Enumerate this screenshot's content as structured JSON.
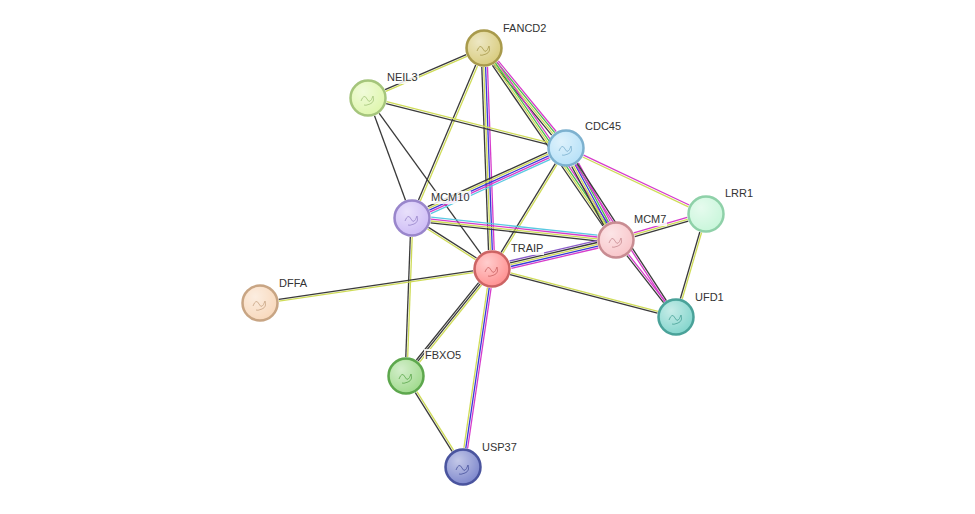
{
  "diagram": {
    "nodes": [
      {
        "text": [
          "FANCD2"
        ]
      },
      {
        "text": [
          "NEIL3"
        ]
      },
      {
        "text": [
          "CDC45"
        ]
      },
      {
        "text": [
          "LRR1"
        ]
      },
      {
        "text": [
          "MCM10"
        ]
      },
      {
        "text": [
          "MCM7"
        ]
      },
      {
        "text": [
          "TRAIP"
        ]
      },
      {
        "text": [
          "DFFA"
        ]
      },
      {
        "text": [
          "UFD1"
        ]
      },
      {
        "text": [
          "FBXO5"
        ]
      },
      {
        "text": [
          "USP37"
        ]
      }
    ],
    "edges": [
      {
        "from": 0,
        "to": 1,
        "arrow": "none"
      },
      {
        "from": 0,
        "to": 2,
        "arrow": "none"
      },
      {
        "from": 0,
        "to": 5,
        "arrow": "none"
      },
      {
        "from": 0,
        "to": 6,
        "arrow": "none"
      },
      {
        "from": 0,
        "to": 4,
        "arrow": "none"
      },
      {
        "from": 1,
        "to": 2,
        "arrow": "none"
      },
      {
        "from": 1,
        "to": 4,
        "arrow": "none"
      },
      {
        "from": 1,
        "to": 6,
        "arrow": "none"
      },
      {
        "from": 2,
        "to": 4,
        "arrow": "none"
      },
      {
        "from": 2,
        "to": 5,
        "arrow": "none"
      },
      {
        "from": 2,
        "to": 6,
        "arrow": "none"
      },
      {
        "from": 2,
        "to": 3,
        "arrow": "none"
      },
      {
        "from": 2,
        "to": 8,
        "arrow": "none"
      },
      {
        "from": 4,
        "to": 5,
        "arrow": "none"
      },
      {
        "from": 4,
        "to": 6,
        "arrow": "none"
      },
      {
        "from": 4,
        "to": 9,
        "arrow": "none"
      },
      {
        "from": 5,
        "to": 6,
        "arrow": "none"
      },
      {
        "from": 5,
        "to": 3,
        "arrow": "none"
      },
      {
        "from": 5,
        "to": 8,
        "arrow": "none"
      },
      {
        "from": 3,
        "to": 8,
        "arrow": "none"
      },
      {
        "from": 6,
        "to": 8,
        "arrow": "none"
      },
      {
        "from": 6,
        "to": 7,
        "arrow": "none"
      },
      {
        "from": 6,
        "to": 9,
        "arrow": "none"
      },
      {
        "from": 6,
        "to": 10,
        "arrow": "none"
      },
      {
        "from": 9,
        "to": 10,
        "arrow": "none"
      }
    ]
  }
}
